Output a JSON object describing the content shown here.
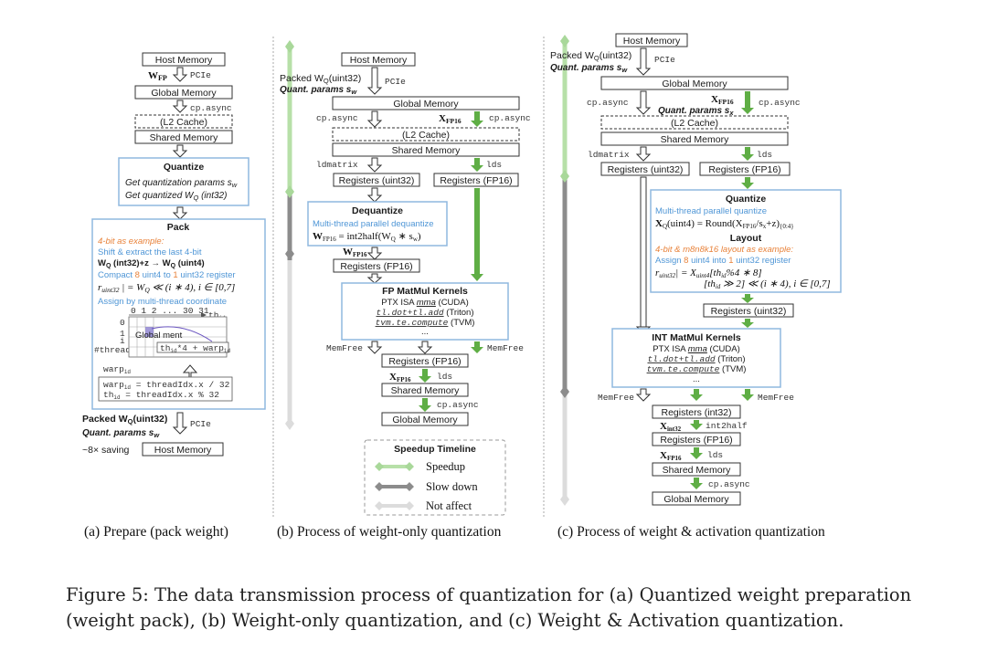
{
  "panel_a": {
    "host_memory": "Host Memory",
    "wfp": "W",
    "wfp_sub": "FP",
    "pcie": "PCIe",
    "global_memory": "Global Memory",
    "cp_async": "cp.async",
    "l2_cache": "(L2 Cache)",
    "shared_memory": "Shared Memory",
    "quantize_title": "Quantize",
    "quantize_line1": "Get quantization params s",
    "quantize_line1_sub": "w",
    "quantize_line2": "Get quantized W",
    "quantize_line2_sub": "Q",
    "quantize_line2_tail": " (int32)",
    "pack_title": "Pack",
    "pack_line1": "4-bit as example:",
    "pack_line2": "Shift & extract the last 4-bit",
    "pack_line3": "W",
    "pack_line3_sub": "Q",
    "pack_line3_tail": " (int32)+z → W",
    "pack_line3_sub2": "Q",
    "pack_line3_tail2": " (uint4)",
    "pack_line4_pre": "Compact ",
    "pack_line4_8": "8",
    "pack_line4_mid": " uint4 to ",
    "pack_line4_1": "1",
    "pack_line4_post": " uint32 register",
    "pack_line5": "r",
    "pack_line5_sub": "uint32",
    "pack_line5_tail": " | = W",
    "pack_line5_sub2": "Q",
    "pack_line5_tail2": " ≪ (i ∗ 4), i ∈ [0,7]",
    "pack_line6": "Assign by multi-thread coordinate",
    "grid_top_ticks": "0  1  2  ...  30  31",
    "grid_thid": "th",
    "grid_thid_sub": "id",
    "grid_row_0": "0",
    "grid_row_1": "1",
    "grid_row_i": "i",
    "grid_row_label": "#thread/32",
    "grid_global_mem": "Global ment",
    "grid_box_text": "th",
    "grid_box_sub": "id",
    "grid_box_tail": "*4 + warp",
    "grid_box_sub2": "id",
    "warp_label": "warp",
    "warp_label_sub": "id",
    "code_line1": "warp",
    "code_line1_sub": "id",
    "code_line1_tail": " = threadIdx.x / 32",
    "code_line2": "th",
    "code_line2_sub": "id",
    "code_line2_tail": " = threadIdx.x % 32",
    "packed_label": "Packed W",
    "packed_label_sub": "Q",
    "packed_label_tail": "(uint32)",
    "quant_params": "Quant. params s",
    "quant_params_sub": "w",
    "pcie2": "PCIe",
    "saving": "~8× saving",
    "host_memory2": "Host Memory"
  },
  "panel_b": {
    "host_memory": "Host Memory",
    "packed_label": "Packed W",
    "packed_label_sub": "Q",
    "packed_label_tail": "(uint32)",
    "quant_params": "Quant. params s",
    "quant_params_sub": "w",
    "pcie": "PCIe",
    "global_memory": "Global Memory",
    "cp_async_left": "cp.async",
    "xfp16": "X",
    "xfp16_sub": "FP16",
    "cp_async_right": "cp.async",
    "l2_cache": "(L2 Cache)",
    "shared_memory": "Shared Memory",
    "ldmatrix": "ldmatrix",
    "lds": "lds",
    "reg_uint32": "Registers (uint32)",
    "reg_fp16": "Registers (FP16)",
    "dequant_title": "Dequantize",
    "dequant_line1": "Multi-thread parallel dequantize",
    "dequant_line2": "W",
    "dequant_line2_sub": "FP16",
    "dequant_line2_tail": " = int2half(W",
    "dequant_line2_sub2": "Q",
    "dequant_line2_tail2": " ∗ s",
    "dequant_line2_sub3": "w",
    "dequant_line2_tail3": ")",
    "wfp16": "W",
    "wfp16_sub": "FP16",
    "reg_fp16_2": "Registers (FP16)",
    "matmul_title": "FP MatMul Kernels",
    "matmul_line1_pre": "PTX ISA ",
    "matmul_line1_mma": "mma",
    "matmul_line1_post": " (CUDA)",
    "matmul_line2_code": "tl.dot+tl.add",
    "matmul_line2_post": " (Triton)",
    "matmul_line3_code": "tvm.te.compute",
    "matmul_line3_post": " (TVM)",
    "matmul_dots": "...",
    "memfree_left": "MemFree",
    "memfree_right": "MemFree",
    "reg_fp16_3": "Registers (FP16)",
    "xfp16_b": "X",
    "xfp16_b_sub": "FP16",
    "lds_b": "lds",
    "shared_memory_b": "Shared Memory",
    "cp_async_b": "cp.async",
    "global_memory_b": "Global Memory"
  },
  "legend": {
    "title": "Speedup Timeline",
    "speedup": "Speedup",
    "slowdown": "Slow down",
    "notaffect": "Not affect",
    "speedup_color": "#a9d89a",
    "slowdown_color": "#8c8c8c",
    "notaffect_color": "#d9d9d9"
  },
  "panel_c": {
    "host_memory": "Host Memory",
    "packed_label": "Packed W",
    "packed_label_sub": "Q",
    "packed_label_tail": "(uint32)",
    "quant_params": "Quant. params s",
    "quant_params_sub": "w",
    "pcie": "PCIe",
    "global_memory": "Global Memory",
    "cp_async_left": "cp.async",
    "xfp16": "X",
    "xfp16_sub": "FP16",
    "quant_params_x": "Quant. params s",
    "quant_params_x_sub": "x",
    "cp_async_right": "cp.async",
    "l2_cache": "(L2 Cache)",
    "shared_memory": "Shared Memory",
    "ldmatrix": "ldmatrix",
    "lds": "lds",
    "reg_uint32": "Registers (uint32)",
    "reg_fp16": "Registers (FP16)",
    "quantize_title": "Quantize",
    "quantize_line1": "Multi-thread parallel quantize",
    "quantize_line2": "X",
    "quantize_line2_sub": "Q",
    "quantize_line2_tail": "(uint4) = Round(X",
    "quantize_line2_sub2": "FP16",
    "quantize_line2_tail2": "/s",
    "quantize_line2_sub3": "x",
    "quantize_line2_tail3": "+z)",
    "quantize_line2_sub4": "{0:4}",
    "layout_title": "Layout",
    "layout_line1": "4-bit & m8n8k16 layout as example:",
    "layout_line2_pre": "Assign ",
    "layout_line2_8": "8",
    "layout_line2_mid": " uint4 into ",
    "layout_line2_1": "1",
    "layout_line2_post": " uint32 register",
    "layout_line3": "r",
    "layout_line3_sub": "uint32",
    "layout_line3_tail": "| = X",
    "layout_line3_sub2": "uint4",
    "layout_line3_tail2": "[th",
    "layout_line3_sub3": "id",
    "layout_line3_tail3": "%4 ∗ 8]",
    "layout_line4": "[th",
    "layout_line4_sub": "id",
    "layout_line4_tail": " ≫ 2] ≪ (i ∗ 4), i ∈ [0,7]",
    "reg_uint32_2": "Registers (uint32)",
    "matmul_title": "INT MatMul Kernels",
    "matmul_line1_pre": "PTX ISA ",
    "matmul_line1_mma": "mma",
    "matmul_line1_post": " (CUDA)",
    "matmul_line2_code": "tl.dot+tl.add",
    "matmul_line2_post": " (Triton)",
    "matmul_line3_code": "tvm.te.compute",
    "matmul_line3_post": " (TVM)",
    "matmul_dots": "...",
    "memfree_left": "MemFree",
    "memfree_right": "MemFree",
    "reg_int32": "Registers (int32)",
    "xint32": "X",
    "xint32_sub": "int32",
    "int2half": "int2half",
    "reg_fp16_2": "Registers (FP16)",
    "xfp16_c": "X",
    "xfp16_c_sub": "FP16",
    "lds_c": "lds",
    "shared_memory_c": "Shared Memory",
    "cp_async_c": "cp.async",
    "global_memory_c": "Global Memory"
  },
  "subcaptions": {
    "a": "(a) Prepare (pack weight)",
    "b": "(b) Process of weight-only quantization",
    "c": "(c) Process of weight & activation quantization"
  },
  "caption": "Figure 5: The data transmission process of quantization for (a) Quantized weight preparation (weight pack), (b) Weight-only quantization, and (c) Weight & Activation quantization.",
  "colors": {
    "green_arrow": "#5fae45",
    "blue_text": "#4f96d6",
    "orange_text": "#e8823a",
    "panel_border": "#8fb8df"
  }
}
